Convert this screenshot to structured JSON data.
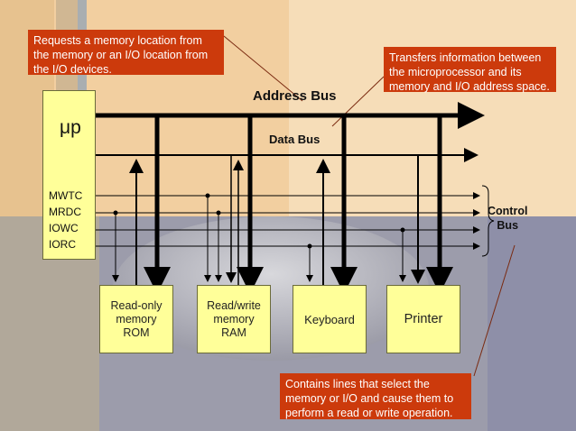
{
  "callouts": {
    "memory_request": "Requests a memory location from the memory or an I/O location from the I/O devices.",
    "transfer_info": "Transfers information between the microprocessor and its memory and I/O address space.",
    "control_lines": "Contains lines that select the memory or I/O and cause them to perform a read or write operation."
  },
  "processor": {
    "label": "μp",
    "signals": [
      "MWTC",
      "MRDC",
      "IOWC",
      "IORC"
    ]
  },
  "buses": {
    "address": "Address Bus",
    "data": "Data Bus",
    "control_line1": "Control",
    "control_line2": "Bus"
  },
  "devices": {
    "rom": [
      "Read-only",
      "memory",
      "ROM"
    ],
    "ram": [
      "Read/write",
      "memory",
      "RAM"
    ],
    "keyboard": "Keyboard",
    "printer": "Printer"
  },
  "colors": {
    "callout": "#cc3a0c",
    "box_fill": "#ffff99",
    "bus": "#000000"
  }
}
